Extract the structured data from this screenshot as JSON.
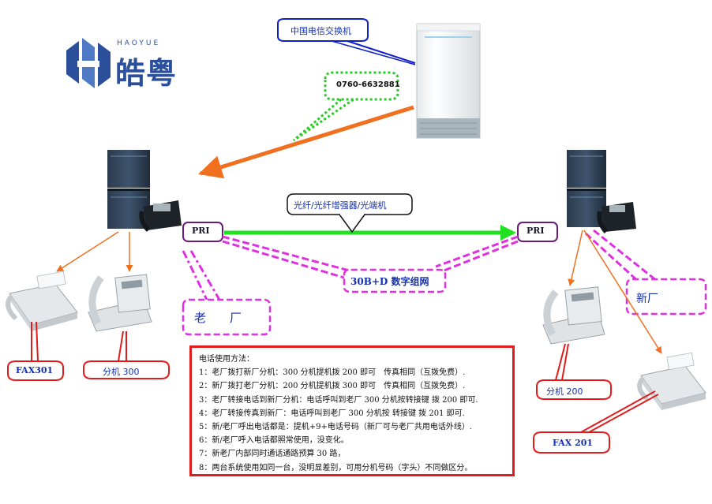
{
  "logo": {
    "brand_en": "HAOYUE",
    "brand_cn": "皓粤"
  },
  "exchange": {
    "callout": "中国电信交换机",
    "number": "0760-6632881"
  },
  "link": {
    "fiber_label": "光纤/光纤增强器/光端机",
    "network_label": "30B+D 数字组网",
    "pri_left": "PRI",
    "pri_right": "PRI"
  },
  "old_site": {
    "label": "老　　厂",
    "fax_label": "FAX301",
    "ext_label": "分机 300"
  },
  "new_site": {
    "label": "新厂",
    "ext_label": "分机 200",
    "fax_label": "FAX 201"
  },
  "usage_notes": {
    "title": "电话使用方法：",
    "lines": [
      "1：老厂拨打新厂分机：300 分机提机拨 200 即可　传真相同（互拨免费）.",
      "2：新厂拨打老厂分机：200 分机提机拨 300 即可　传真相同（互拨免费）.",
      "3：老厂转接电话到新厂分机：电话呼叫到老厂 300 分机按转接键 拨 200 即可.",
      "4：老厂转接传真到新厂：电话呼叫到老厂 300 分机按 转接键 拨 201 即可.",
      "5：新/老厂呼出电话都是：提机+9+电话号码（新厂可与老厂共用电话外线）.",
      "6：新/老厂呼入电话都照常使用，没变化。",
      "7：新老厂内部同时通话通路预算 30 路，",
      "8：两台系统使用如同一台，没明显差别，可用分机号码（字头）不同做区分。"
    ]
  },
  "colors": {
    "orange": "#f07020",
    "green": "#22e022",
    "magenta": "#e030e0",
    "red": "#e01c1c",
    "blue_text": "#1530b0",
    "callout_blue": "#1020c8",
    "logo_blue": "#2b4f9a"
  }
}
